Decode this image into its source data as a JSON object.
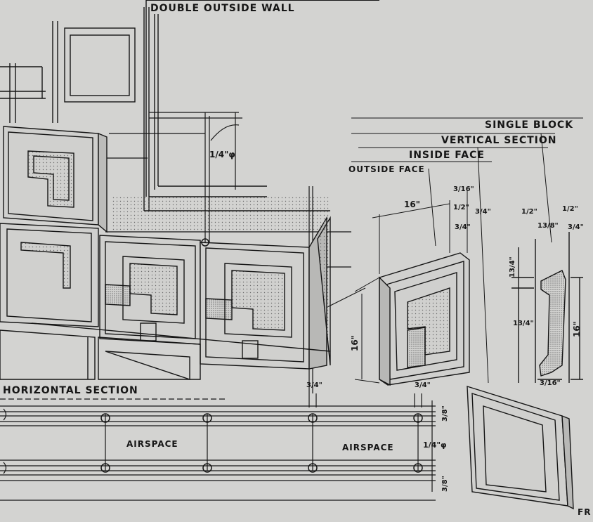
{
  "labels": {
    "double_outside_wall": "DOUBLE OUTSIDE WALL",
    "single_block": "SINGLE BLOCK",
    "vertical_section": "VERTICAL SECTION",
    "inside_face": "INSIDE FACE",
    "outside_face": "OUTSIDE FACE",
    "horizontal_section": "HORIZONTAL SECTION",
    "airspace_left": "AIRSPACE",
    "airspace_right": "AIRSPACE",
    "initials": "FR"
  },
  "dimensions": {
    "rod_diameter_top": "1/4\"φ",
    "rod_diameter_bottom": "1/4\"φ",
    "block_width": "16\"",
    "block_height_left": "16\"",
    "block_height_section": "16\"",
    "three_sixteenths": "3/16\"",
    "half_top": "1/2\"",
    "three_quarter_right": "3/4\"",
    "three_quarter_small": "3/4\"",
    "section_half_left": "1/2\"",
    "section_three_eighths": "13/8\"",
    "section_half_right": "1/2\"",
    "section_three_quarter": "3/4\"",
    "one_three_quarter_top": "13/4\"",
    "one_three_quarter_mid": "13/4\"",
    "section_bottom": "3/16\"",
    "horiz_three_quarter_left": "3/4\"",
    "horiz_three_quarter_right": "3/4\"",
    "horiz_three_eighths_top": "3/8\"",
    "horiz_three_eighths_bottom": "3/8\""
  },
  "colors": {
    "paper": "#d3d3d1",
    "ink": "#161616",
    "stipple": "#6a6a6a"
  }
}
